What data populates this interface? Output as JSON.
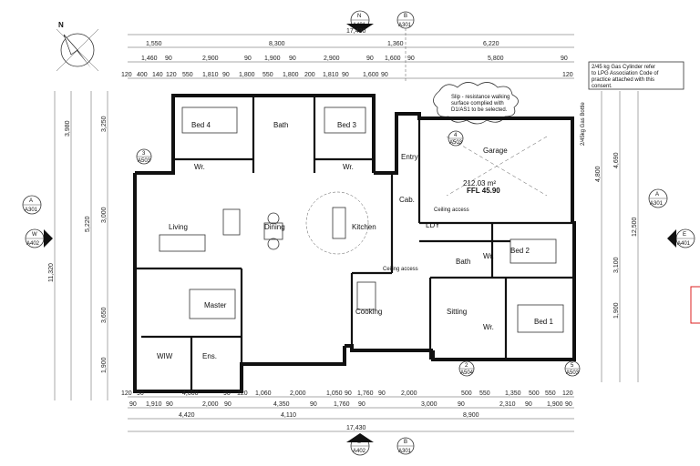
{
  "north": {
    "label": "N"
  },
  "section_tags": {
    "top_n": {
      "top": "N",
      "bottom": "A401"
    },
    "top_b": {
      "top": "B",
      "bottom": "A301"
    },
    "bottom_s": {
      "top": "S",
      "bottom": "A402"
    },
    "bottom_b": {
      "top": "B",
      "bottom": "A301"
    },
    "left_a": {
      "top": "A",
      "bottom": "A301"
    },
    "left_w": {
      "top": "W",
      "bottom": "A402"
    },
    "right_a": {
      "top": "A",
      "bottom": "A301"
    },
    "right_e": {
      "top": "E",
      "bottom": "A401"
    },
    "marker_3": {
      "top": "3",
      "bottom": "A503"
    },
    "marker_4": {
      "top": "4",
      "bottom": "A503"
    },
    "marker_2": {
      "top": "2",
      "bottom": "A504"
    },
    "marker_5": {
      "top": "5",
      "bottom": "A503"
    }
  },
  "top_dims": {
    "overall": "17,430",
    "row2": [
      "1,550",
      "8,300",
      "1,360",
      "6,220"
    ],
    "row3": [
      "1,460",
      "90",
      "2,900",
      "90",
      "1,900",
      "90",
      "2,900",
      "90",
      "1,600",
      "90",
      "5,800",
      "90"
    ],
    "row4": [
      "120",
      "400",
      "140",
      "120",
      "550",
      "1,810",
      "90",
      "1,800",
      "550",
      "1,800",
      "200",
      "1,810",
      "90",
      "1,600",
      "90",
      "120"
    ]
  },
  "bottom_dims": {
    "row1": [
      "120",
      "90",
      "4,000",
      "90",
      "120",
      "1,060",
      "2,000",
      "1,050",
      "90",
      "1,760",
      "90",
      "2,000",
      "500",
      "550",
      "1,350",
      "500",
      "550",
      "120"
    ],
    "row2": [
      "90",
      "1,910",
      "90",
      "2,000",
      "90",
      "4,350",
      "90",
      "1,760",
      "90",
      "3,000",
      "90",
      "2,310",
      "90",
      "1,900",
      "90"
    ],
    "row3": [
      "4,420",
      "4,110",
      "8,900"
    ],
    "overall": "17,430"
  },
  "left_dims": [
    "3,980",
    "11,320",
    "5,220",
    "3,250",
    "3,000",
    "3,650",
    "1,900"
  ],
  "right_dims": [
    "12,500",
    "4,690",
    "3,100",
    "1,900",
    "4,800"
  ],
  "rooms": {
    "bed4": "Bed 4",
    "bath_top": "Bath",
    "bed3": "Bed 3",
    "wr1": "Wr.",
    "wr2": "Wr.",
    "entry": "Entry",
    "garage": "Garage",
    "living": "Living",
    "dining": "Dining",
    "kitchen": "Kitchen",
    "cab": "Cab.",
    "ldy": "LDY",
    "bed2": "Bed 2",
    "bath_mid": "Bath",
    "wr3": "Wr.",
    "master": "Master",
    "cooking": "Cooking",
    "sitting": "Sitting",
    "wr4": "Wr.",
    "bed1": "Bed 1",
    "wiw": "WIW",
    "ens": "Ens."
  },
  "garage_area": "212.03 m²",
  "ffl": "FFL 45.90",
  "ceiling_access_1": "Ceiling access",
  "ceiling_access_2": "Ceiling access",
  "notes": {
    "slip": [
      "Slip - resistance walking",
      "surface complied with",
      "D1/AS1 to be selected."
    ],
    "gas": [
      "2/45 kg Gas Cylinder refer",
      "to LPG Association Code of",
      "practice attached with this",
      "consent."
    ],
    "gas_bottle": "2/45kg Gas Bottle"
  }
}
